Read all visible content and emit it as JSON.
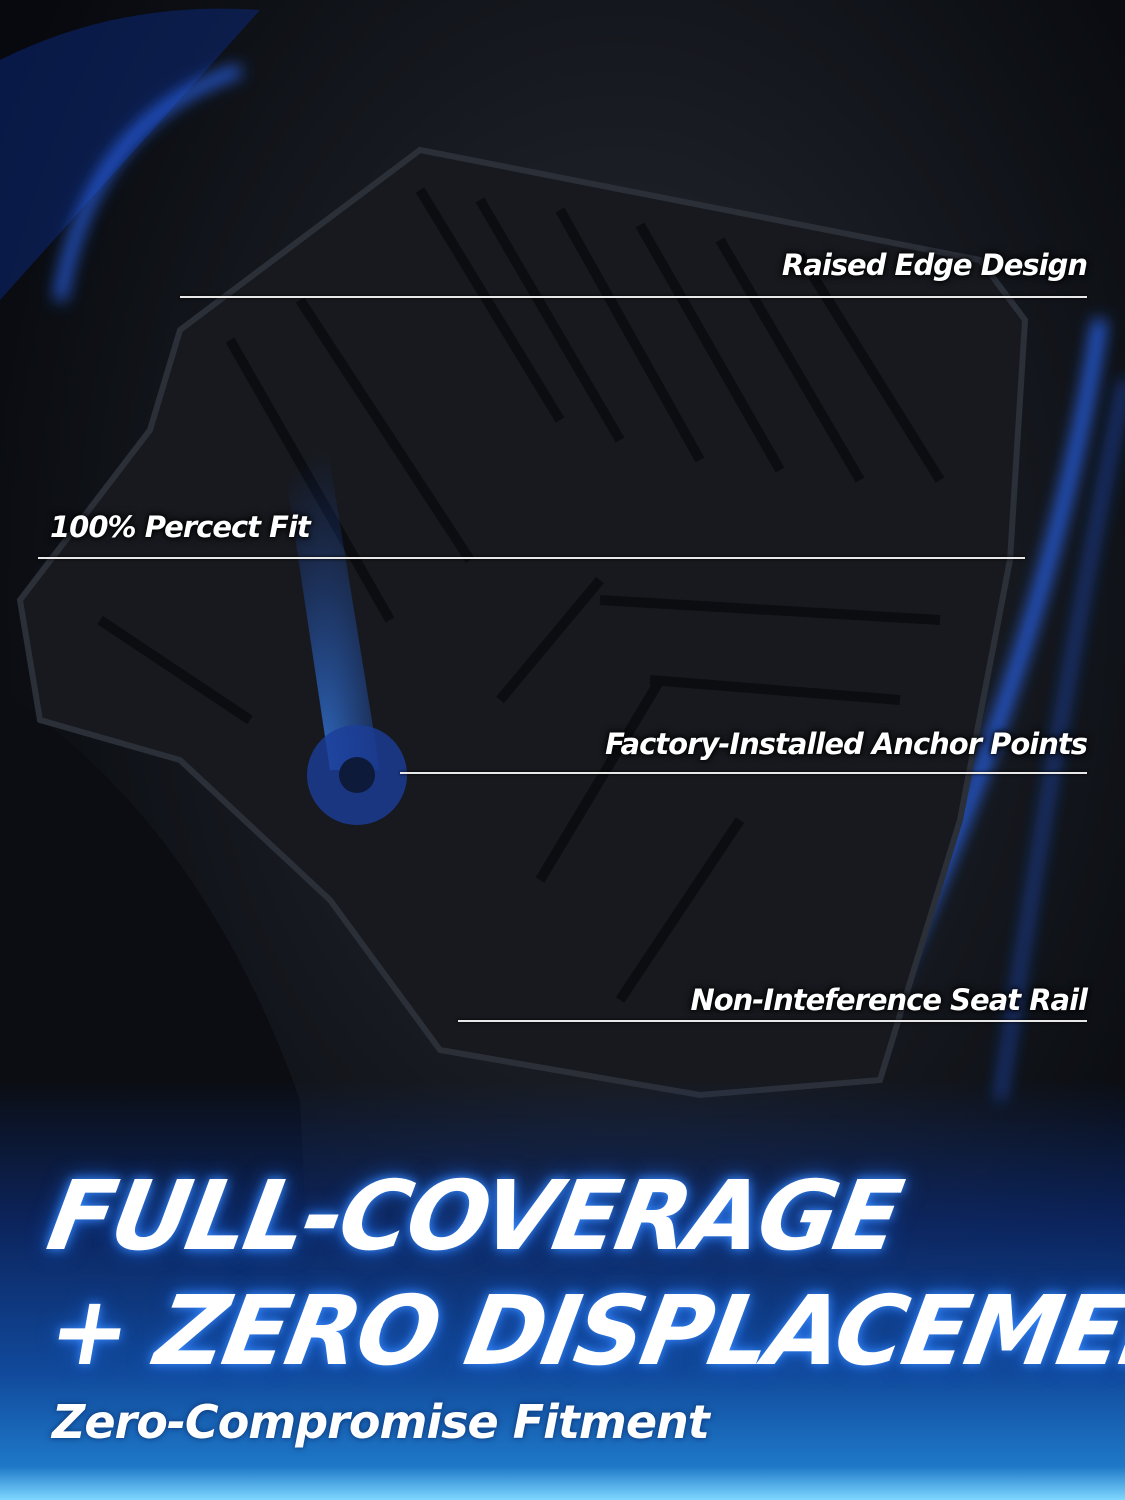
{
  "callouts": {
    "raised_edge": "Raised Edge Design",
    "perfect_fit": "100% Percect Fit",
    "anchor_points": "Factory-Installed Anchor Points",
    "seat_rail": "Non-Inteference Seat Rail"
  },
  "headline": {
    "line1": "FULL-COVERAGE",
    "line2": "+ ZERO DISPLACEMENT",
    "subtitle": "Zero-Compromise Fitment"
  },
  "colors": {
    "accent_glow": "#1f6bff",
    "bottom_gradient": "#114a9c",
    "text": "#ffffff"
  }
}
